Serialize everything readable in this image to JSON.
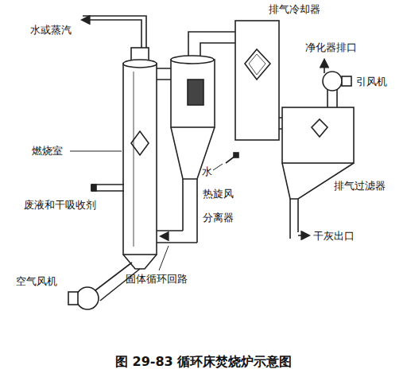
{
  "diagram": {
    "caption": "图 29-83 循环床焚烧炉示意图",
    "labels": [
      "水或蒸汽",
      "排气冷却器",
      "净化器排口",
      "引风机",
      "燃烧室",
      "水",
      "排气过滤器",
      "热旋风",
      "分离器",
      "废液和干吸收剂",
      "干灰出口",
      "空气风机",
      "固体循环回路"
    ]
  }
}
